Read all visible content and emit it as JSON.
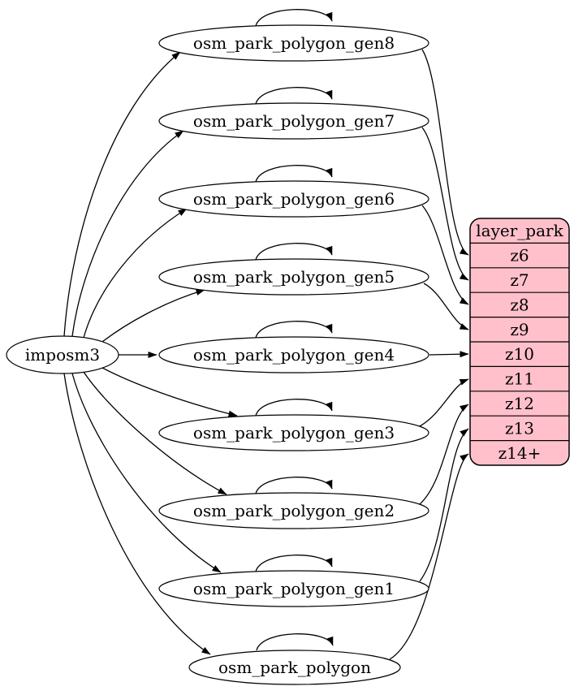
{
  "diagram": {
    "type": "graphviz-digraph",
    "background": "#ffffff",
    "stroke_color": "#000000",
    "node_fill": "#ffffff",
    "imposm_node": {
      "label": "imposm3"
    },
    "table_nodes": [
      {
        "label": "osm_park_polygon_gen8",
        "target_row": "z6",
        "self_loop": true
      },
      {
        "label": "osm_park_polygon_gen7",
        "target_row": "z7",
        "self_loop": true
      },
      {
        "label": "osm_park_polygon_gen6",
        "target_row": "z8",
        "self_loop": true
      },
      {
        "label": "osm_park_polygon_gen5",
        "target_row": "z9",
        "self_loop": true
      },
      {
        "label": "osm_park_polygon_gen4",
        "target_row": "z10",
        "self_loop": true
      },
      {
        "label": "osm_park_polygon_gen3",
        "target_row": "z11",
        "self_loop": true
      },
      {
        "label": "osm_park_polygon_gen2",
        "target_row": "z12",
        "self_loop": true
      },
      {
        "label": "osm_park_polygon_gen1",
        "target_row": "z13",
        "self_loop": true
      },
      {
        "label": "osm_park_polygon",
        "target_row": "z14+",
        "self_loop": true
      }
    ],
    "layer_node": {
      "title": "layer_park",
      "fill": "#ffc0cb",
      "rows": [
        "z6",
        "z7",
        "z8",
        "z9",
        "z10",
        "z11",
        "z12",
        "z13",
        "z14+"
      ]
    }
  }
}
